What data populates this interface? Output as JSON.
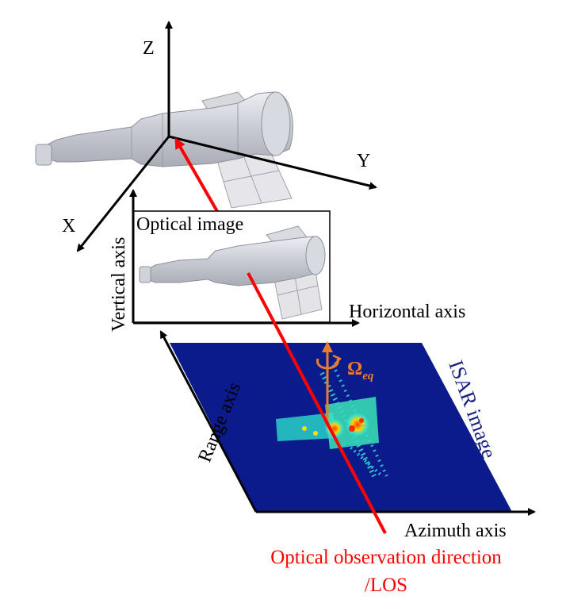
{
  "axes3d": {
    "z": "Z",
    "y": "Y",
    "x": "X"
  },
  "optical": {
    "title": "Optical image",
    "vertical_axis": "Vertical axis",
    "horizontal_axis": "Horizontal axis"
  },
  "isar": {
    "label": "ISAR image",
    "range_axis": "Range axis",
    "azimuth_axis": "Azimuth axis",
    "rotation_symbol": "Ω",
    "rotation_subscript": "eq"
  },
  "los": {
    "line1": "Optical observation direction",
    "line2": "/LOS"
  },
  "colors": {
    "los": "#ff0000",
    "isar_background": "#0c1b8c",
    "isar_label": "#1a237e",
    "rotation": "#e87d2a",
    "axis": "#000000",
    "satellite_body": "#c9cbd3",
    "solar_panel": "#e3e3e6"
  }
}
